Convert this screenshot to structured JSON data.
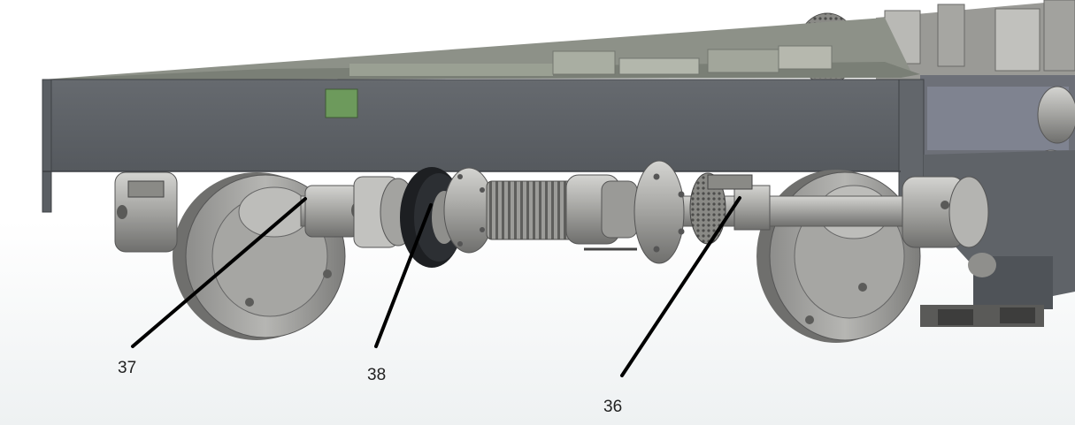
{
  "callouts": [
    {
      "id": "37",
      "label": "37"
    },
    {
      "id": "38",
      "label": "38"
    },
    {
      "id": "36",
      "label": "36"
    }
  ],
  "colors": {
    "background": "#ffffff",
    "frame_face": "#5d6166",
    "frame_top": "#7b7f74",
    "deck": "#8a8e84",
    "machine_part": "#a8a8a5",
    "machine_dark": "#6e6e6c",
    "rubber_wheel": "#1d1f22",
    "green_square": "#6d9a5c",
    "leader_line": "#000000"
  }
}
